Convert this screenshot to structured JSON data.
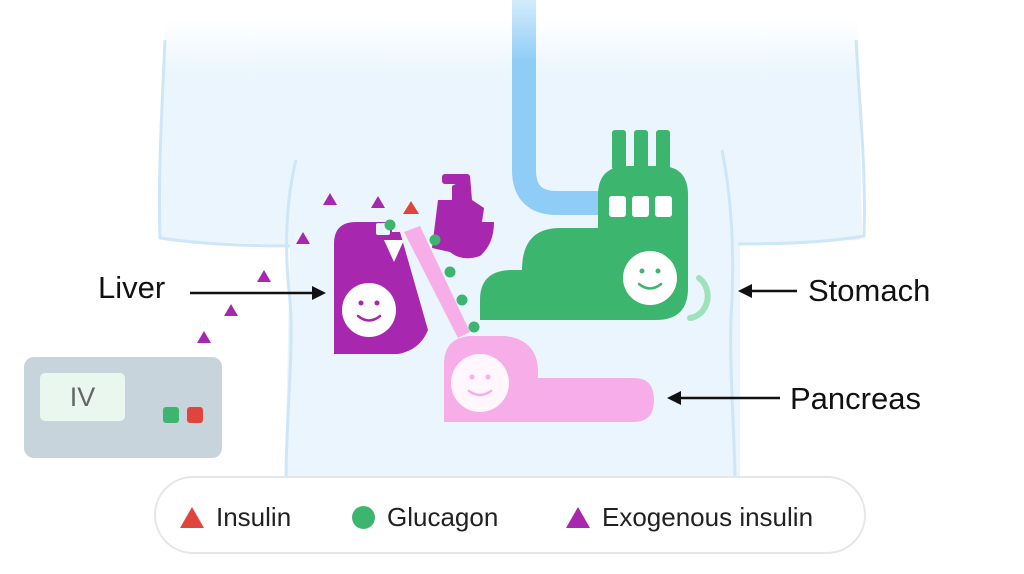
{
  "organs": {
    "liver": "Liver",
    "stomach": "Stomach",
    "pancreas": "Pancreas"
  },
  "iv": {
    "label": "IV"
  },
  "legend": {
    "insulin": "Insulin",
    "glucagon": "Glucagon",
    "exogenous_insulin": "Exogenous insulin"
  },
  "colors": {
    "insulin": "#e0443d",
    "glucagon": "#3cb56e",
    "exogenous_insulin": "#a727ae",
    "liver": "#a727ae",
    "stomach": "#3cb56e",
    "pancreas": "#f7aee8",
    "body": "#eaf5fd",
    "esophagus": "#8fcdf6"
  }
}
